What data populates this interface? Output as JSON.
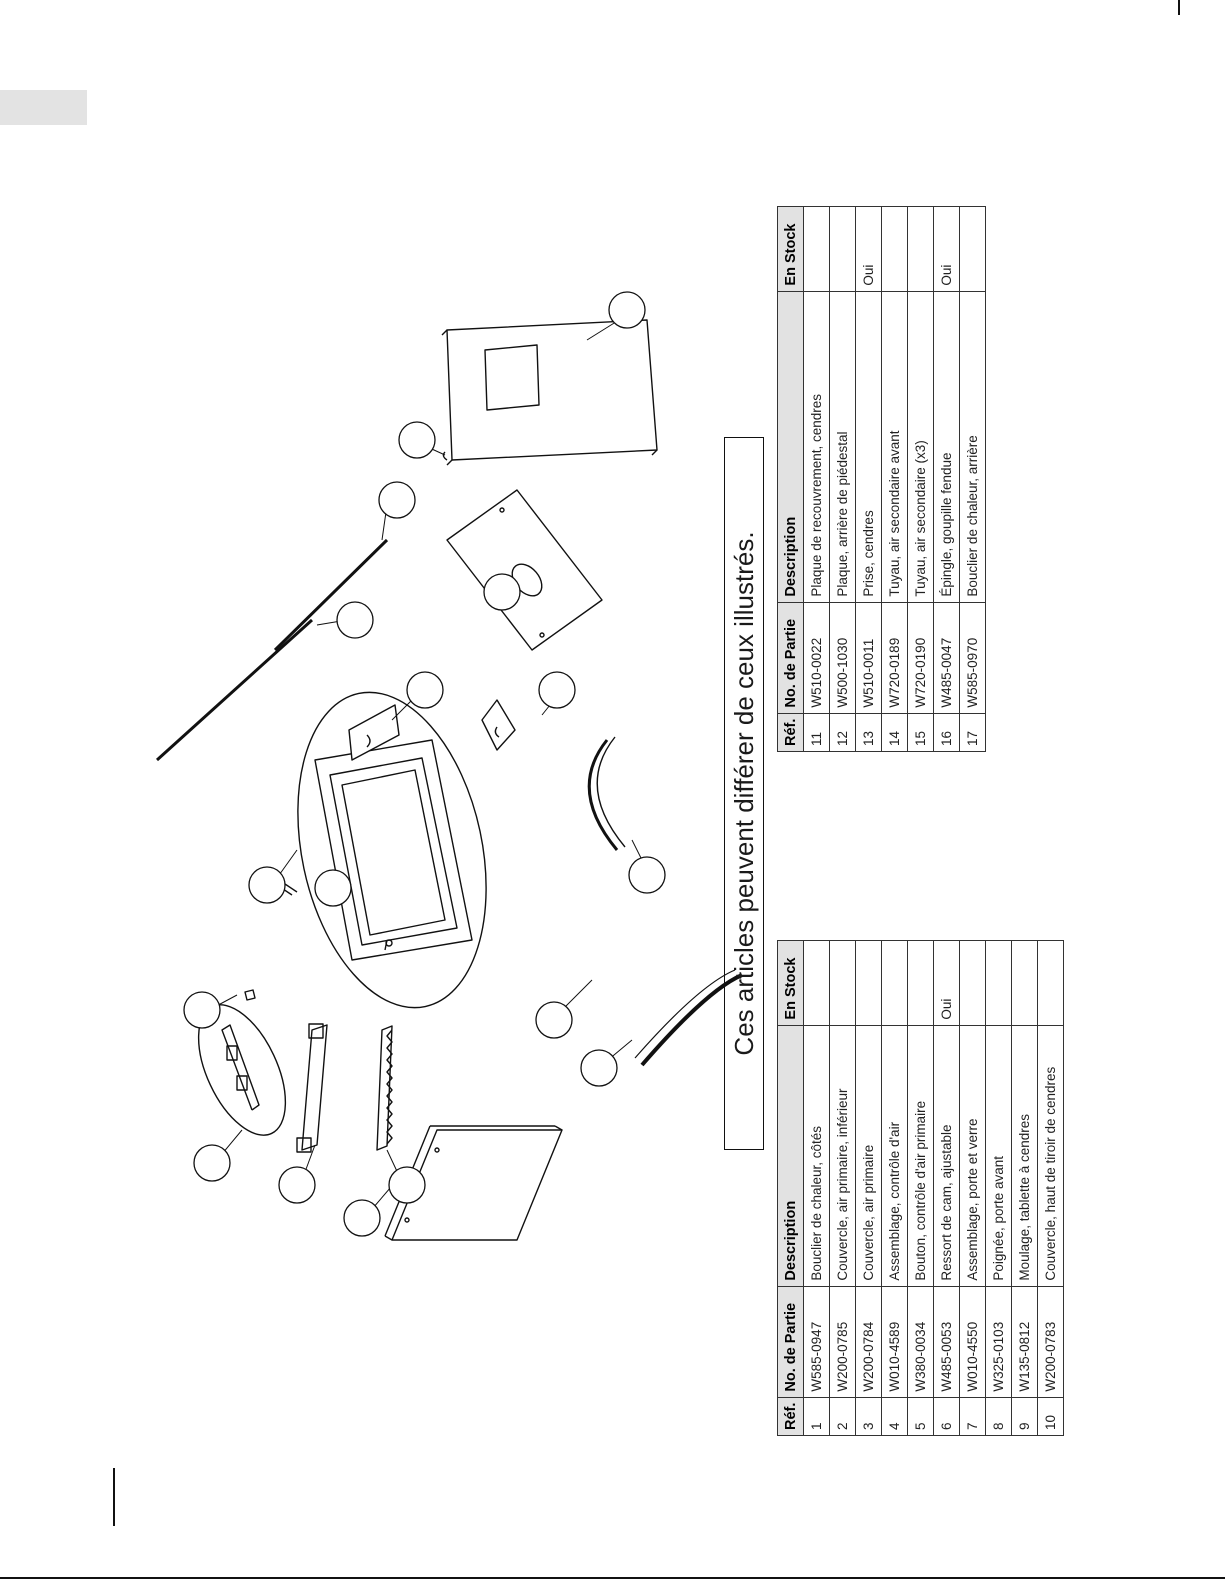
{
  "banner": {
    "text": "Ces articles peuvent différer de ceux illustrés."
  },
  "table_columns": {
    "ref": "Réf.",
    "part": "No. de Partie",
    "description": "Description",
    "stock": "En Stock"
  },
  "parts_left": [
    {
      "ref": "1",
      "part": "W585-0947",
      "description": "Bouclier de chaleur, côtés",
      "stock": ""
    },
    {
      "ref": "2",
      "part": "W200-0785",
      "description": "Couvercle, air primaire, inférieur",
      "stock": ""
    },
    {
      "ref": "3",
      "part": "W200-0784",
      "description": "Couvercle, air primaire",
      "stock": ""
    },
    {
      "ref": "4",
      "part": "W010-4589",
      "description": "Assemblage, contrôle d'air",
      "stock": ""
    },
    {
      "ref": "5",
      "part": "W380-0034",
      "description": "Bouton, contrôle d'air primaire",
      "stock": ""
    },
    {
      "ref": "6",
      "part": "W485-0053",
      "description": "Ressort de cam, ajustable",
      "stock": "Oui"
    },
    {
      "ref": "7",
      "part": "W010-4550",
      "description": "Assemblage, porte et verre",
      "stock": ""
    },
    {
      "ref": "8",
      "part": "W325-0103",
      "description": "Poignée, porte avant",
      "stock": ""
    },
    {
      "ref": "9",
      "part": "W135-0812",
      "description": "Moulage, tablette à cendres",
      "stock": ""
    },
    {
      "ref": "10",
      "part": "W200-0783",
      "description": "Couvercle, haut de tiroir de cendres",
      "stock": ""
    }
  ],
  "parts_right": [
    {
      "ref": "11",
      "part": "W510-0022",
      "description": "Plaque de recouvrement, cendres",
      "stock": ""
    },
    {
      "ref": "12",
      "part": "W500-1030",
      "description": "Plaque, arrière de piédestal",
      "stock": ""
    },
    {
      "ref": "13",
      "part": "W510-0011",
      "description": "Prise, cendres",
      "stock": "Oui"
    },
    {
      "ref": "14",
      "part": "W720-0189",
      "description": "Tuyau, air secondaire avant",
      "stock": ""
    },
    {
      "ref": "15",
      "part": "W720-0190",
      "description": "Tuyau, air secondaire (x3)",
      "stock": ""
    },
    {
      "ref": "16",
      "part": "W485-0047",
      "description": "Épingle, goupille fendue",
      "stock": "Oui"
    },
    {
      "ref": "17",
      "part": "W585-0970",
      "description": "Bouclier de chaleur, arrière",
      "stock": ""
    }
  ]
}
